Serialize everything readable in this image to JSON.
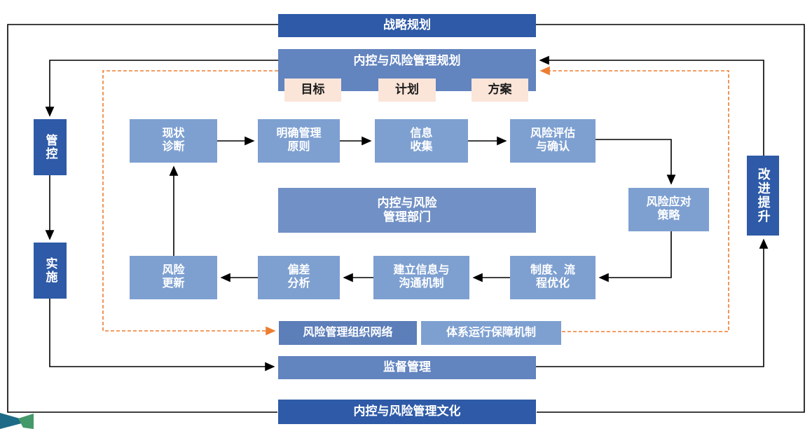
{
  "nodes": {
    "strategic_planning": "战略规划",
    "ic_risk_planning": "内控与风险管理规划",
    "goal": "目标",
    "plan": "计划",
    "scheme": "方案",
    "control": "管控",
    "implement": "实施",
    "improve": "改进提升",
    "status_diagnosis": "现状\n诊断",
    "clarify_principles": "明确管理\n原则",
    "info_collection": "信息\n收集",
    "risk_assessment": "风险评估\n与确认",
    "risk_response": "风险应对\n策略",
    "ic_risk_dept": "内控与风险\n管理部门",
    "process_optimization": "制度、流\n程优化",
    "communication_mechanism": "建立信息与\n沟通机制",
    "deviation_analysis": "偏差\n分析",
    "risk_update": "风险\n更新",
    "risk_org_network": "风险管理组织网络",
    "system_guarantee": "体系运行保障机制",
    "supervision": "监督管理",
    "ic_risk_culture": "内控与风险管理文化"
  },
  "edges": [
    {
      "from": "ic_risk_planning",
      "to": "control",
      "style": "solid-arrow"
    },
    {
      "from": "control",
      "to": "implement",
      "style": "solid-arrow"
    },
    {
      "from": "implement",
      "to": "supervision",
      "style": "solid-arrow"
    },
    {
      "from": "status_diagnosis",
      "to": "clarify_principles",
      "style": "solid-arrow"
    },
    {
      "from": "clarify_principles",
      "to": "info_collection",
      "style": "solid-arrow"
    },
    {
      "from": "info_collection",
      "to": "risk_assessment",
      "style": "solid-arrow"
    },
    {
      "from": "risk_assessment",
      "to": "risk_response",
      "style": "solid-arrow"
    },
    {
      "from": "risk_response",
      "to": "process_optimization",
      "style": "solid-arrow"
    },
    {
      "from": "process_optimization",
      "to": "communication_mechanism",
      "style": "solid-arrow"
    },
    {
      "from": "communication_mechanism",
      "to": "deviation_analysis",
      "style": "solid-arrow"
    },
    {
      "from": "deviation_analysis",
      "to": "risk_update",
      "style": "solid-arrow"
    },
    {
      "from": "risk_update",
      "to": "status_diagnosis",
      "style": "solid-arrow"
    },
    {
      "from": "supervision",
      "to": "improve",
      "style": "solid-arrow"
    },
    {
      "from": "improve",
      "to": "ic_risk_planning",
      "style": "solid-arrow"
    },
    {
      "from": "ic_risk_planning",
      "to": "risk_org_network",
      "style": "orange-dashed-arrow"
    },
    {
      "from": "system_guarantee",
      "to": "ic_risk_planning",
      "style": "orange-dashed-arrow"
    },
    {
      "from": "strategic_planning",
      "to": "ic_risk_culture",
      "style": "outer-loop-left"
    },
    {
      "from": "strategic_planning",
      "to": "ic_risk_culture",
      "style": "outer-loop-right"
    }
  ],
  "colors": {
    "dark_blue": "#2E5AA7",
    "header_blue": "#6284BF",
    "dept_blue": "#7190C5",
    "flow_blue": "#7EA0D1",
    "network_blue": "#5C7EB9",
    "pink": "#FBE5D8",
    "orange_dashed": "#ED7D31",
    "connector": "#000000",
    "logo_teal": "#1D6B87",
    "logo_green": "#44996A"
  }
}
